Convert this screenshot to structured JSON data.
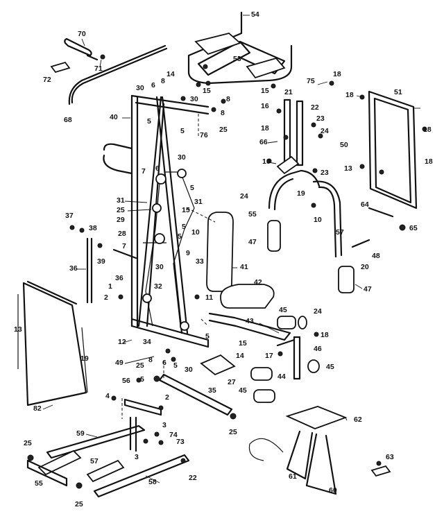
{
  "diagram": {
    "callouts": [
      "54",
      "70",
      "53",
      "71",
      "72",
      "75",
      "18",
      "51",
      "18",
      "14",
      "15",
      "21",
      "6",
      "8",
      "30",
      "16",
      "15",
      "68",
      "18",
      "8",
      "8",
      "30",
      "40",
      "5",
      "5",
      "76",
      "25",
      "22",
      "23",
      "18",
      "24",
      "50",
      "66",
      "18",
      "10",
      "13",
      "30",
      "7",
      "6",
      "23",
      "5",
      "31",
      "24",
      "64",
      "31",
      "19",
      "25",
      "15",
      "65",
      "55",
      "37",
      "10",
      "38",
      "29",
      "5",
      "57",
      "28",
      "5",
      "10",
      "47",
      "7",
      "9",
      "36",
      "48",
      "30",
      "33",
      "41",
      "39",
      "20",
      "36",
      "1",
      "32",
      "47",
      "2",
      "11",
      "42",
      "13",
      "45",
      "24",
      "43",
      "18",
      "19",
      "12",
      "5",
      "34",
      "15",
      "14",
      "8",
      "6",
      "46",
      "49",
      "5",
      "30",
      "17",
      "45",
      "25",
      "27",
      "35",
      "44",
      "45",
      "56",
      "62",
      "5",
      "2",
      "4",
      "82",
      "25",
      "3",
      "74",
      "59",
      "73",
      "25",
      "3",
      "57",
      "22",
      "63",
      "55",
      "58",
      "61",
      "60",
      "25"
    ]
  }
}
